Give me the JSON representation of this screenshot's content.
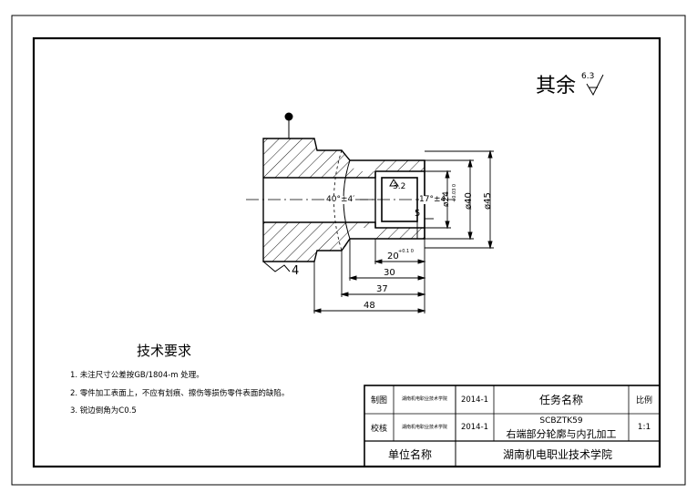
{
  "roughness": {
    "label": "其余",
    "value": "6.3"
  },
  "dimensions": {
    "angle_left": "40°±4′",
    "angle_right": "17°±4′",
    "dia_24": "ø24",
    "dia_24_tol": "+0.03 0",
    "dia_40": "ø40",
    "dia_45": "ø45",
    "len_5": "5",
    "len_20": "20",
    "len_20_tol": "+0.1 0",
    "len_30": "30",
    "len_37": "37",
    "len_48": "48",
    "chamfer_4": "4",
    "inner_roughness": "3.2"
  },
  "tech_requirements": {
    "title": "技术要求",
    "items": [
      "1. 未注尺寸公差按GB/1804-m 处理。",
      "2. 零件加工表面上，不应有划痕、擦伤等损伤零件表面的缺陷。",
      "3. 锐边倒角为C0.5"
    ]
  },
  "title_block": {
    "draw_label": "制图",
    "check_label": "校核",
    "school_small": "湖南机电职业技术学院",
    "date1": "2014-1",
    "date2": "2014-1",
    "task_name_label": "任务名称",
    "task_code": "SCBZTK59",
    "task_name": "右端部分轮廓与内孔加工",
    "scale_label": "比例",
    "scale_value": "1:1",
    "unit_label": "单位名称",
    "unit_name": "湖南机电职业技术学院"
  }
}
